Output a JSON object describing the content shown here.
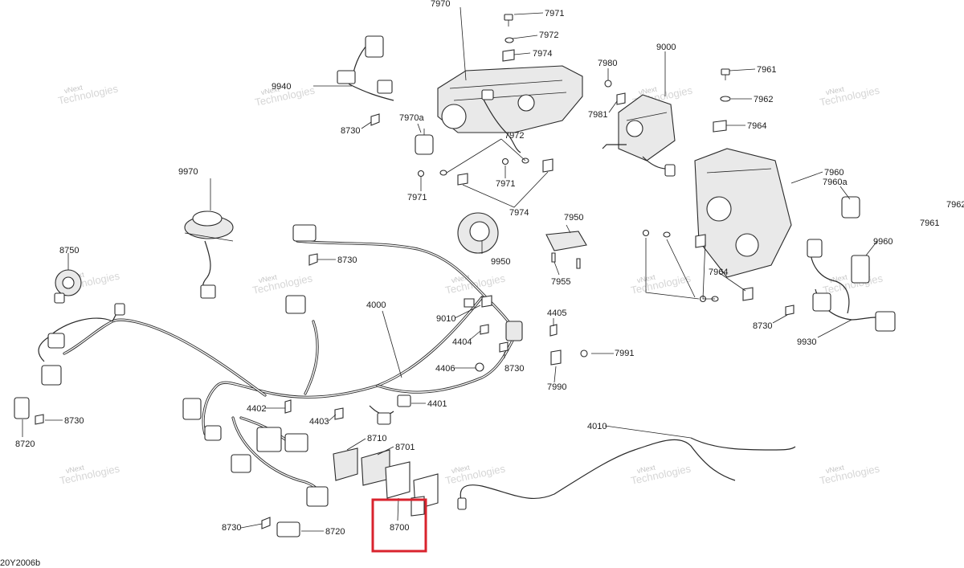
{
  "diagram_id": "20Y2006b",
  "highlight_color": "#d9232d",
  "watermark": {
    "line1": "vNext",
    "line2": "Technologies",
    "big": "Technologies"
  },
  "labels": {
    "p7970": "7970",
    "p7971a": "7971",
    "p7972a": "7972",
    "p7974a": "7974",
    "p7980": "7980",
    "p9000": "9000",
    "p7961a": "7961",
    "p7962a": "7962",
    "p7981": "7981",
    "p7964a": "7964",
    "p9940": "9940",
    "p8730a": "8730",
    "p7970a": "7970a",
    "p7972b": "7972",
    "p7971b": "7971",
    "p7971c": "7971",
    "p7974b": "7974",
    "p7960": "7960",
    "p7960a": "7960a",
    "p7962b": "7962",
    "p7961b": "7961",
    "p9970": "9970",
    "p7950": "7950",
    "p9960": "9960",
    "p8750": "8750",
    "p8730b": "8730",
    "p9950": "9950",
    "p7955": "7955",
    "p7964b": "7964",
    "p4000": "4000",
    "p9010": "9010",
    "p4405": "4405",
    "p8730c": "8730",
    "p4404": "4404",
    "p7991": "7991",
    "p9930": "9930",
    "p4406": "4406",
    "p8730d": "8730",
    "p7990": "7990",
    "p4401": "4401",
    "p4402": "4402",
    "p8730e": "8730",
    "p4403": "4403",
    "p8720a": "8720",
    "p4010": "4010",
    "p8710": "8710",
    "p8701": "8701",
    "p8730f": "8730",
    "p8720b": "8720",
    "p8700": "8700"
  }
}
